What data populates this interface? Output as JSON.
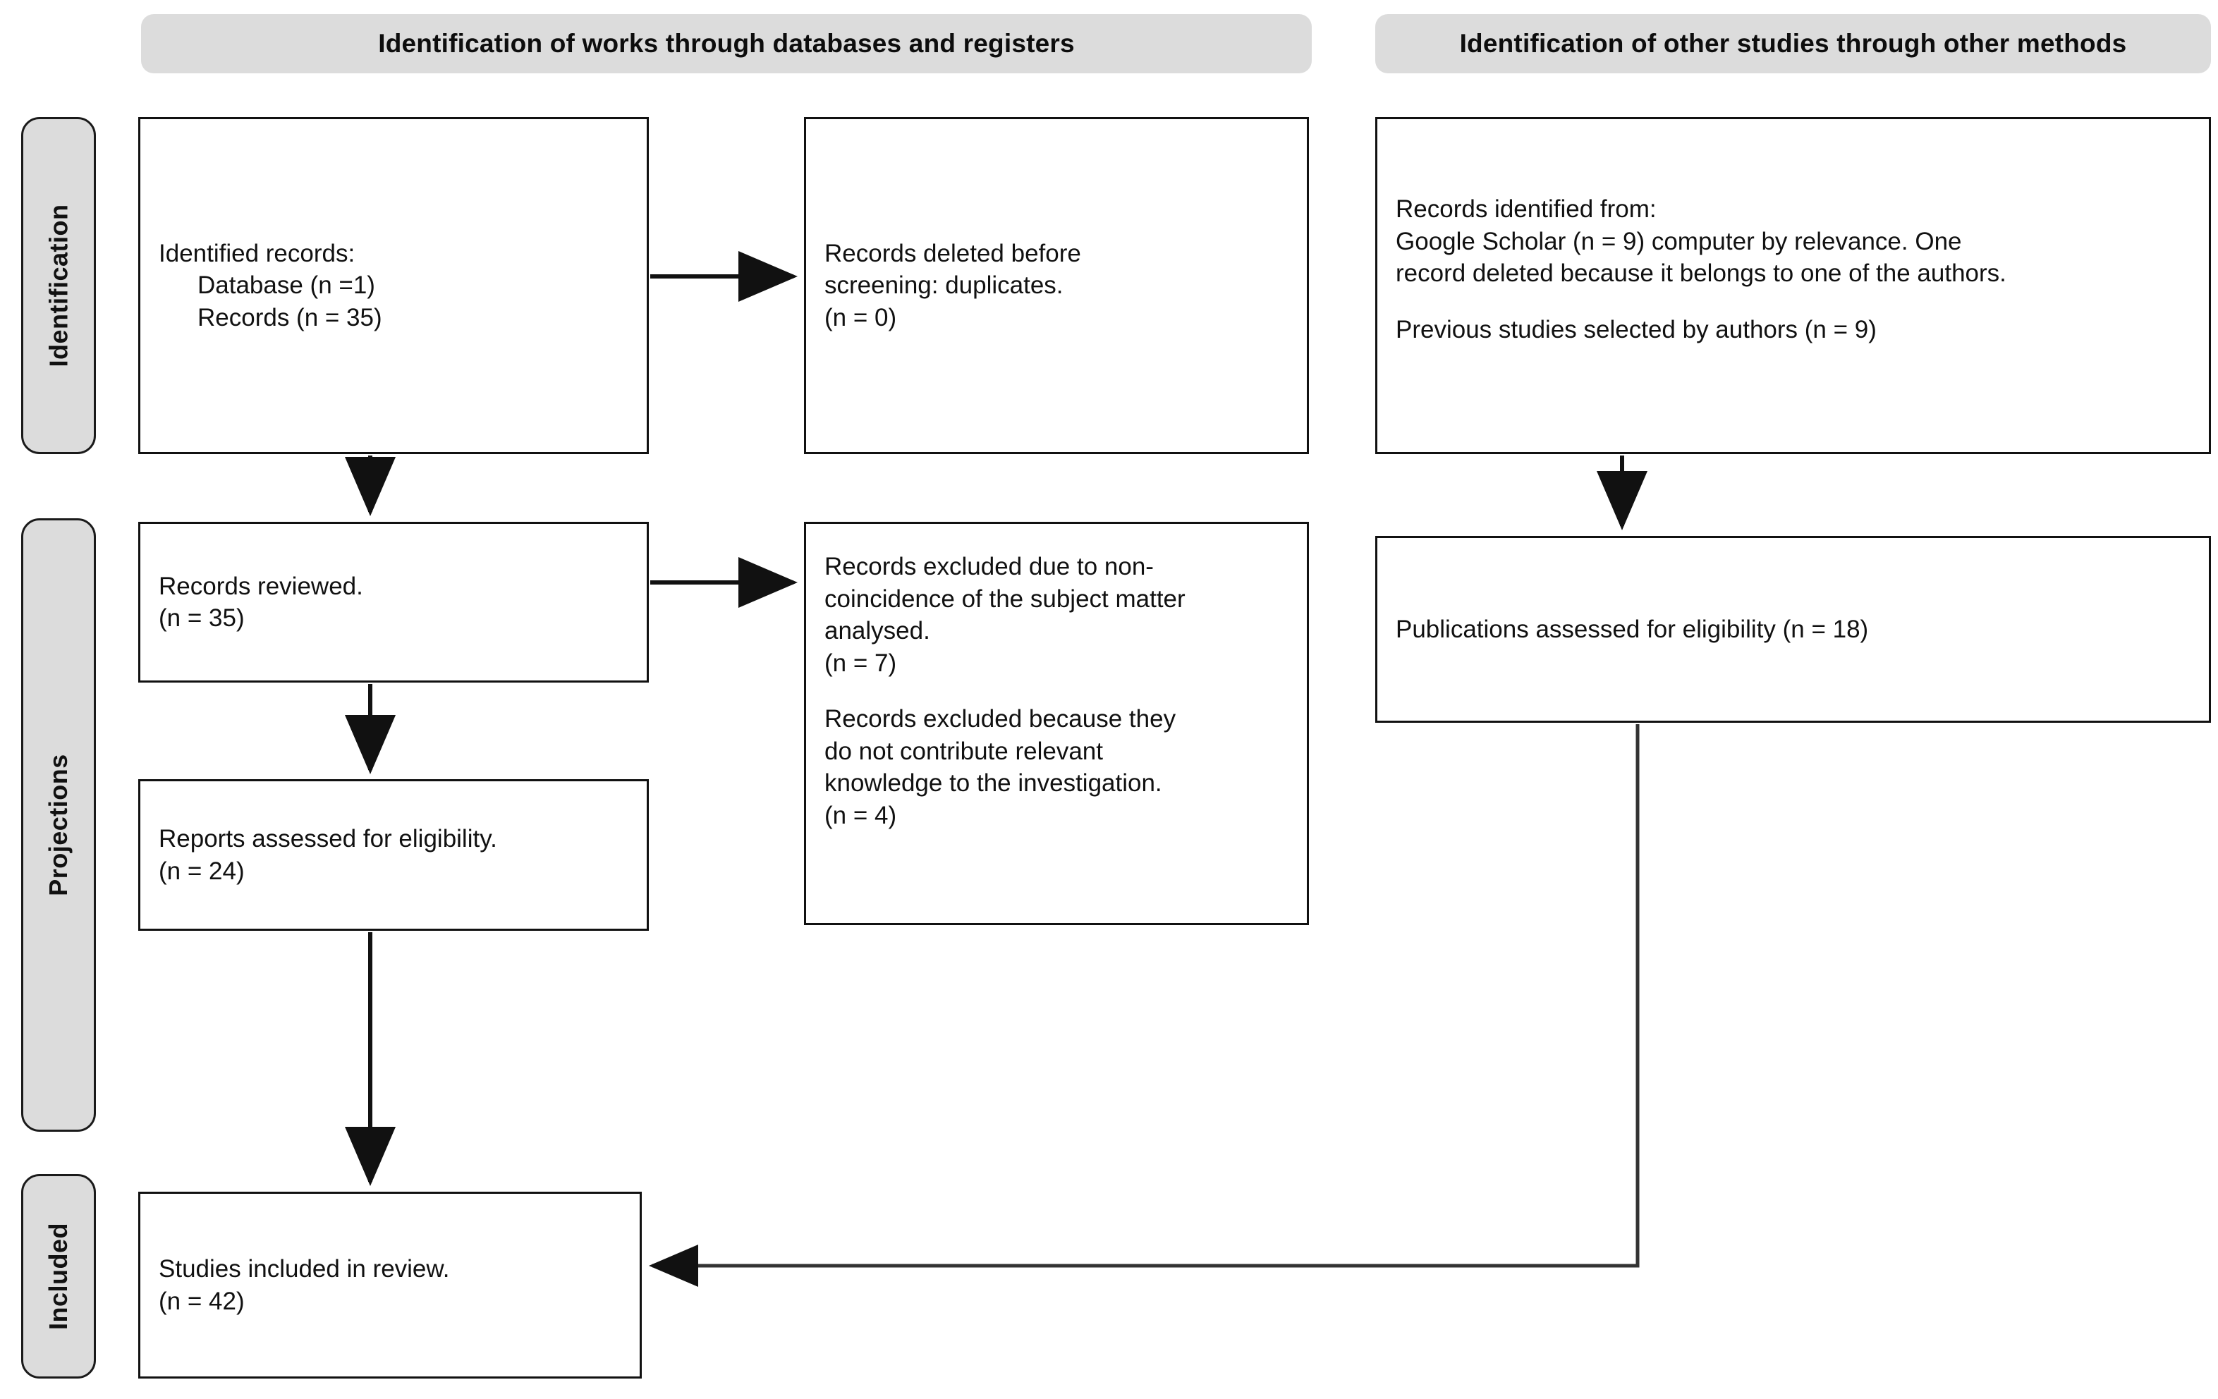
{
  "diagram": {
    "title": "PRISMA flow diagram",
    "colors": {
      "pill_fill": "#dcdcdc",
      "box_border": "#111111",
      "box_fill": "#ffffff",
      "connector": "#111111",
      "text": "#111111"
    }
  },
  "column_headers": [
    {
      "id": "databases",
      "label": "Identification of works through databases and registers"
    },
    {
      "id": "other-methods",
      "label": "Identification of other studies through other methods"
    }
  ],
  "phase_labels": [
    {
      "id": "identification",
      "label": "Identification"
    },
    {
      "id": "projections",
      "label": "Projections"
    },
    {
      "id": "included",
      "label": "Included"
    }
  ],
  "nodes": {
    "identified_records": {
      "lines": [
        {
          "text": "Identified records:",
          "indent": false
        },
        {
          "text": "Database (n =1)",
          "indent": true
        },
        {
          "text": "Records (n = 35)",
          "indent": true
        }
      ]
    },
    "records_deleted": {
      "lines": [
        {
          "text": "Records deleted before",
          "indent": false
        },
        {
          "text": "screening: duplicates.",
          "indent": false
        },
        {
          "text": "(n = 0)",
          "indent": false
        }
      ]
    },
    "other_records_identified": {
      "lines": [
        {
          "text": "Records identified from:",
          "indent": false
        },
        {
          "text": "Google Scholar (n = 9) computer by relevance. One",
          "indent": false
        },
        {
          "text": "record deleted because it belongs to one of the authors.",
          "indent": false
        },
        {
          "text": "",
          "indent": false
        },
        {
          "text": "Previous studies selected by authors (n = 9)",
          "indent": false
        }
      ]
    },
    "records_reviewed": {
      "lines": [
        {
          "text": "Records reviewed.",
          "indent": false
        },
        {
          "text": "(n = 35)",
          "indent": false
        }
      ]
    },
    "records_excluded": {
      "lines": [
        {
          "text": "Records excluded due to non-",
          "indent": false
        },
        {
          "text": "coincidence of the subject matter",
          "indent": false
        },
        {
          "text": "analysed.",
          "indent": false
        },
        {
          "text": "(n = 7)",
          "indent": false
        },
        {
          "text": "",
          "indent": false
        },
        {
          "text": "Records excluded because they",
          "indent": false
        },
        {
          "text": "do not contribute relevant",
          "indent": false
        },
        {
          "text": "knowledge to the investigation.",
          "indent": false
        },
        {
          "text": "(n = 4)",
          "indent": false
        }
      ]
    },
    "publications_assessed": {
      "lines": [
        {
          "text": "Publications assessed for eligibility (n = 18)",
          "indent": false
        }
      ]
    },
    "reports_assessed": {
      "lines": [
        {
          "text": "Reports assessed for eligibility.",
          "indent": false
        },
        {
          "text": "(n = 24)",
          "indent": false
        }
      ]
    },
    "studies_included": {
      "lines": [
        {
          "text": "Studies included in review.",
          "indent": false
        },
        {
          "text": "(n = 42)",
          "indent": false
        }
      ]
    }
  },
  "counts": {
    "database": 1,
    "records": 35,
    "duplicates_removed": 0,
    "records_reviewed": 35,
    "excluded_non_coincidence": 7,
    "excluded_no_relevant_knowledge": 4,
    "reports_assessed": 24,
    "google_scholar": 9,
    "previous_studies": 9,
    "publications_assessed": 18,
    "studies_included": 42
  }
}
